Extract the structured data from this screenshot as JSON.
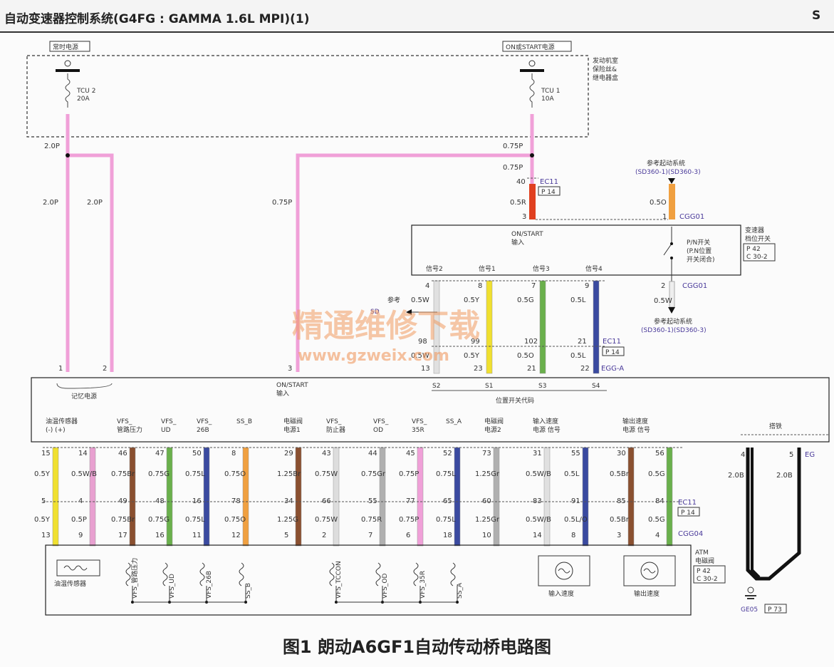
{
  "header": {
    "title": "自动变速器控制系统(G4FG : GAMMA 1.6L MPI)(1)",
    "right_letter": "S"
  },
  "caption": "图1 朗动A6GF1自动传动桥电路图",
  "watermark": {
    "line1": "精通维修下载",
    "line2": "www.gzweix.com"
  },
  "top_sources": {
    "battery": "常时电源",
    "on_start": "ON或START电源",
    "fuse_box": [
      "发动机室",
      "保险丝&",
      "继电器盒"
    ],
    "fuse1_name": "TCU 2",
    "fuse1_rating": "20A",
    "fuse2_name": "TCU 1",
    "fuse2_rating": "10A"
  },
  "wires_top": {
    "w_2_0p_top": "2.0P",
    "w_2_0p_left": "2.0P",
    "w_2_0p_right": "2.0P",
    "w_075p_a": "0.75P",
    "w_075p_b": "0.75P",
    "w_075p_left": "0.75P",
    "w_05r": "0.5R",
    "pin_40": "40",
    "pin_3": "3",
    "ec11": "EC11",
    "p14": "P 14"
  },
  "start_ref": {
    "top_text": "参考起动系统",
    "top_codes": "(SD360-1)(SD360-3)",
    "w_050": "0.5O",
    "pin_1": "1",
    "cgg01": "CGG01",
    "bottom_pin": "2",
    "bottom_wire": "0.5W",
    "bottom_conn": "CGG01",
    "bottom_text": "参考起动系统",
    "bottom_codes": "(SD360-1)(SD360-3)"
  },
  "range_switch": {
    "on_start": "ON/START",
    "input": "输入",
    "name": [
      "变速器",
      "档位开关"
    ],
    "ref1": "P 42",
    "ref2": "C 30-2",
    "pn_switch": [
      "P/N开关",
      "(P.N位置",
      "开关闭合)"
    ],
    "sig2": "信号2",
    "sig1": "信号1",
    "sig3": "信号3",
    "sig4": "信号4"
  },
  "signal_wires": [
    {
      "top_pin": "4",
      "wire": "0.5W",
      "mid_pin": "98",
      "bot_pin": "13",
      "code": "S2",
      "color": "#e0e0e0"
    },
    {
      "top_pin": "8",
      "wire": "0.5Y",
      "mid_pin": "99",
      "bot_pin": "23",
      "code": "S1",
      "color": "#f0e030"
    },
    {
      "top_pin": "7",
      "wire": "0.5G",
      "mid_pin": "102",
      "bot_pin": "21",
      "code": "S3",
      "color": "#6ab04c"
    },
    {
      "top_pin": "9",
      "wire": "0.5L",
      "mid_pin": "21",
      "bot_pin": "22",
      "code": "S4",
      "color": "#3a4aa0"
    }
  ],
  "signal_misc": {
    "ref_text": "参考",
    "ref_code": "SD",
    "mid_wire_s2": "0.5W",
    "mid_wire_s1": "0.5Y",
    "mid_wire_s3": "0.5O",
    "mid_wire_s4": "0.5L",
    "ec11": "EC11",
    "p14": "P 14",
    "egg_a": "EGG-A",
    "code_label": "位置开关代码"
  },
  "tcm_inputs": {
    "pin1": "1",
    "pin2": "2",
    "pin3": "3",
    "memory": "记忆电源",
    "on_start": "ON/START",
    "input": "输入"
  },
  "tcm_labels": [
    {
      "text": "油温传感器",
      "sub": "(-)    (+)"
    },
    {
      "text": "VFS_",
      "sub": "管路压力"
    },
    {
      "text": "VFS_",
      "sub": "UD"
    },
    {
      "text": "VFS_",
      "sub": "26B"
    },
    {
      "text": "SS_B",
      "sub": ""
    },
    {
      "text": "电磁阀",
      "sub": "电源1"
    },
    {
      "text": "VFS_",
      "sub": "防止器"
    },
    {
      "text": "VFS_",
      "sub": "OD"
    },
    {
      "text": "VFS_",
      "sub": "35R"
    },
    {
      "text": "SS_A",
      "sub": ""
    },
    {
      "text": "电磁阀",
      "sub": "电源2"
    },
    {
      "text": "输入速度",
      "sub": "电源   信号"
    },
    {
      "text": "输出速度",
      "sub": "电源   信号"
    },
    {
      "text": "搭铁",
      "sub": ""
    }
  ],
  "bottom_wires": [
    {
      "p1": "15",
      "w1": "0.5Y",
      "p2": "5",
      "w2": "0.5Y",
      "p3": "13",
      "color": "#f0e030"
    },
    {
      "p1": "14",
      "w1": "0.5W/B",
      "p2": "4",
      "w2": "0.5P",
      "p3": "9",
      "color": "#e8a0d0"
    },
    {
      "p1": "46",
      "w1": "0.75Br",
      "p2": "49",
      "w2": "0.75Br",
      "p3": "17",
      "color": "#8a5030"
    },
    {
      "p1": "47",
      "w1": "0.75G",
      "p2": "48",
      "w2": "0.75G",
      "p3": "16",
      "color": "#6ab04c"
    },
    {
      "p1": "50",
      "w1": "0.75L",
      "p2": "16",
      "w2": "0.75L",
      "p3": "11",
      "color": "#3a4aa0"
    },
    {
      "p1": "8",
      "w1": "0.75O",
      "p2": "78",
      "w2": "0.75O",
      "p3": "12",
      "color": "#f0a040"
    },
    {
      "p1": "29",
      "w1": "1.25Br",
      "p2": "34",
      "w2": "1.25G",
      "p3": "5",
      "color": "#8a5030"
    },
    {
      "p1": "43",
      "w1": "0.75W",
      "p2": "66",
      "w2": "0.75W",
      "p3": "2",
      "color": "#dddddd"
    },
    {
      "p1": "44",
      "w1": "0.75Gr",
      "p2": "55",
      "w2": "0.75R",
      "p3": "7",
      "color": "#b0b0b0"
    },
    {
      "p1": "45",
      "w1": "0.75P",
      "p2": "77",
      "w2": "0.75P",
      "p3": "6",
      "color": "#f0a0d8"
    },
    {
      "p1": "52",
      "w1": "0.75L",
      "p2": "65",
      "w2": "0.75L",
      "p3": "18",
      "color": "#3a4aa0"
    },
    {
      "p1": "73",
      "w1": "1.25Gr",
      "p2": "60",
      "w2": "1.25Gr",
      "p3": "10",
      "color": "#b0b0b0"
    },
    {
      "p1": "31",
      "w1": "0.5W/B",
      "p2": "83",
      "w2": "0.5W/B",
      "p3": "14",
      "color": "#e0e0e0"
    },
    {
      "p1": "55",
      "w1": "0.5L",
      "p2": "91",
      "w2": "0.5L/O",
      "p3": "8",
      "color": "#3a4aa0"
    },
    {
      "p1": "30",
      "w1": "0.5Br",
      "p2": "85",
      "w2": "0.5Br",
      "p3": "3",
      "color": "#8a5030"
    },
    {
      "p1": "56",
      "w1": "0.5G",
      "p2": "84",
      "w2": "0.5G",
      "p3": "4",
      "color": "#6ab04c"
    }
  ],
  "bottom_conn": {
    "ec11": "EC11",
    "p14": "P 14",
    "cgg04": "CGG04",
    "atm": [
      "ATM",
      "电磁阀"
    ],
    "p42": "P 42",
    "c302": "C 30-2"
  },
  "ground": {
    "pin4": "4",
    "pin5": "5",
    "conn": "EG",
    "w1": "2.0B",
    "w2": "2.0B",
    "ge05": "GE05",
    "p73": "P 73"
  },
  "components": {
    "oil_temp": "油温传感器",
    "vfs_line": "VFS_管路压力",
    "vfs_ud": "VFS_UD",
    "vfs_26b": "VFS_26B",
    "ss_b": "SS_B",
    "vfs_tccon": "VFS_TCCON",
    "vfs_od": "VFS_OD",
    "vfs_35r": "VFS_35R",
    "ss_a": "SS_A",
    "in_speed": "输入速度",
    "out_speed": "输出速度"
  }
}
